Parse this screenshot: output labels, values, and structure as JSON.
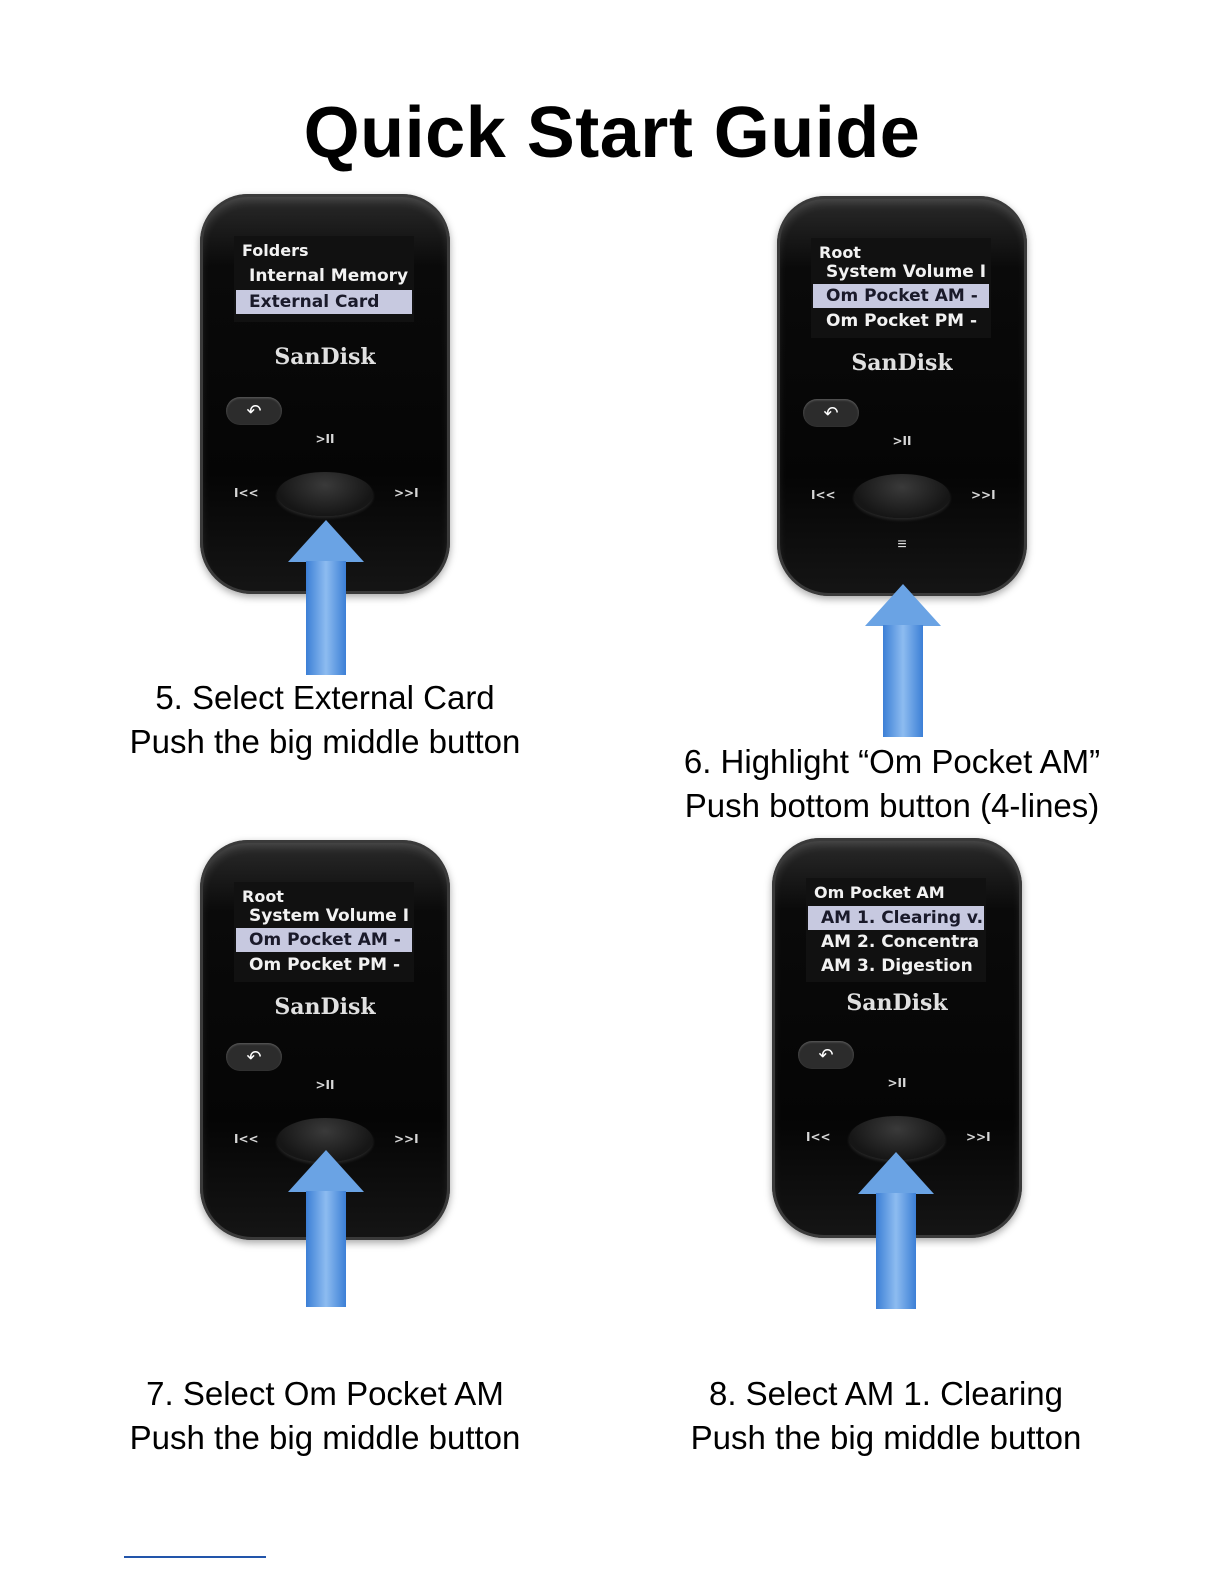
{
  "title": "Quick Start Guide",
  "steps": [
    {
      "screen": {
        "header": "Folders",
        "rows": [
          "Internal Memory",
          "External Card"
        ],
        "selected_index": 1
      },
      "brand": "SanDisk",
      "caption_line1": "5. Select External Card",
      "caption_line2": "Push the big middle button"
    },
    {
      "screen": {
        "header": "Root",
        "rows": [
          "System Volume I",
          "Om Pocket AM -",
          "Om Pocket PM -"
        ],
        "selected_index": 1
      },
      "brand": "SanDisk",
      "caption_line1": "6. Highlight “Om Pocket AM”",
      "caption_line2": "Push bottom button (4-lines)"
    },
    {
      "screen": {
        "header": "Root",
        "rows": [
          "System Volume I",
          "Om Pocket AM -",
          "Om Pocket PM -"
        ],
        "selected_index": 1
      },
      "brand": "SanDisk",
      "caption_line1": "7. Select Om Pocket AM",
      "caption_line2": "Push the big middle button"
    },
    {
      "screen": {
        "header": "Om Pocket AM",
        "rows": [
          "AM 1. Clearing v.",
          "AM 2. Concentra",
          "AM 3. Digestion"
        ],
        "selected_index": 0
      },
      "brand": "SanDisk",
      "caption_line1": "8. Select AM 1. Clearing",
      "caption_line2": "Push the big middle button"
    }
  ],
  "device_controls": {
    "play_pause": ">II",
    "previous": "I<<",
    "next": ">>I",
    "back_icon": "back-arrow-icon",
    "menu_icon": "menu-lines-icon"
  },
  "colors": {
    "arrow": "#6aa3e4",
    "highlight": "#c7c9e0"
  }
}
